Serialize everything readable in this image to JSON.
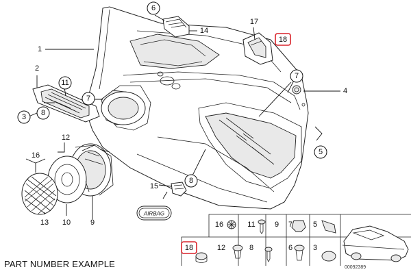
{
  "caption": "PART NUMBER EXAMPLE",
  "diagram_id": "00092389",
  "emblem_text": "AIRBAG",
  "highlight_color": "#d9242b",
  "callouts": {
    "c1": "1",
    "c2": "2",
    "c3": "3",
    "c4": "4",
    "c5": "5",
    "c6": "6",
    "c7a": "7",
    "c7b": "7",
    "c8a": "8",
    "c8b": "8",
    "c9": "9",
    "c10": "10",
    "c11": "11",
    "c12": "12",
    "c13": "13",
    "c14": "14",
    "c15": "15",
    "c16": "16",
    "c17": "17",
    "c18": "18"
  },
  "fastener_grid": {
    "top_row": [
      "16",
      "11",
      "9",
      "7",
      "5"
    ],
    "bottom_row": [
      "18",
      "12",
      "8",
      "6",
      "3"
    ]
  }
}
